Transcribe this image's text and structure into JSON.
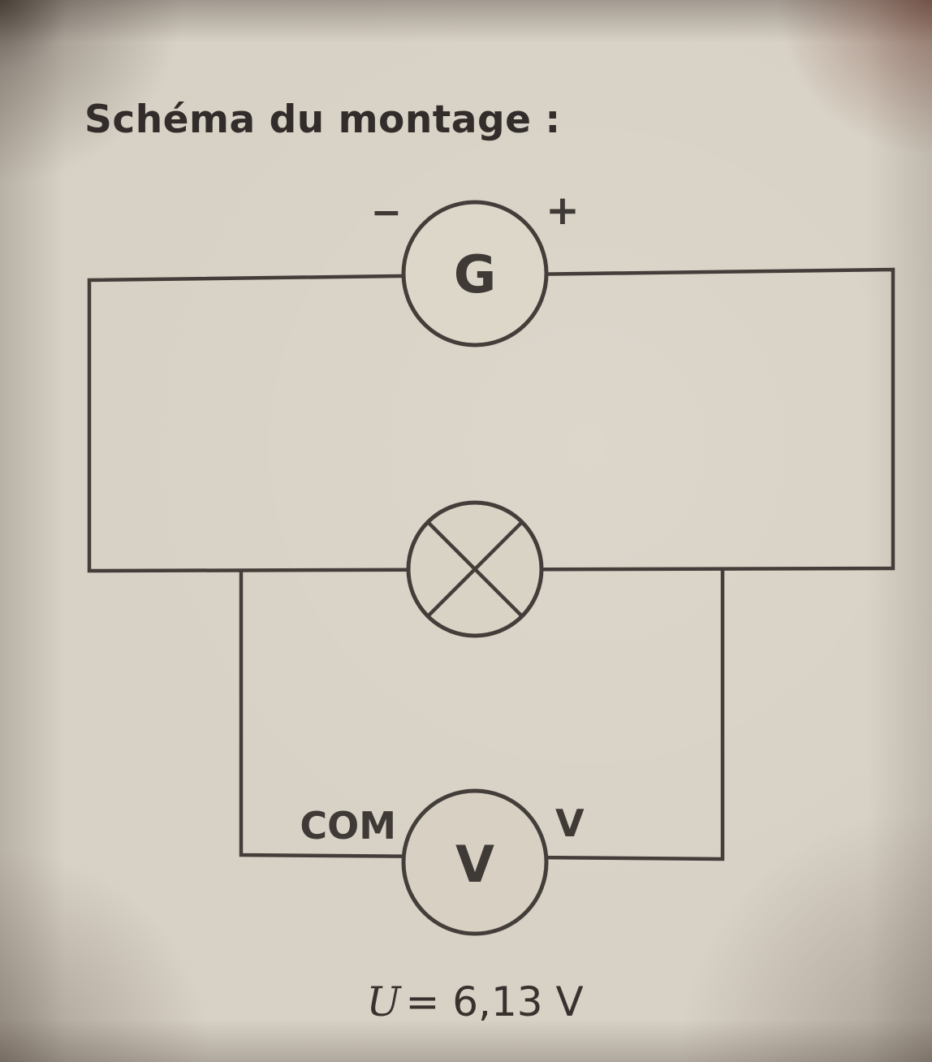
{
  "title": "Schéma du montage :",
  "circuit": {
    "generator": {
      "label": "G",
      "negative_terminal": "−",
      "positive_terminal": "+"
    },
    "lamp": {
      "description": "lamp-symbol-circle-with-cross"
    },
    "voltmeter": {
      "label": "V",
      "com_terminal": "COM",
      "v_terminal": "V"
    }
  },
  "measurement": {
    "symbol": "U",
    "value": "= 6,13 V"
  },
  "colors": {
    "paper": "#d8d1c5",
    "ink": "#443e3a"
  }
}
